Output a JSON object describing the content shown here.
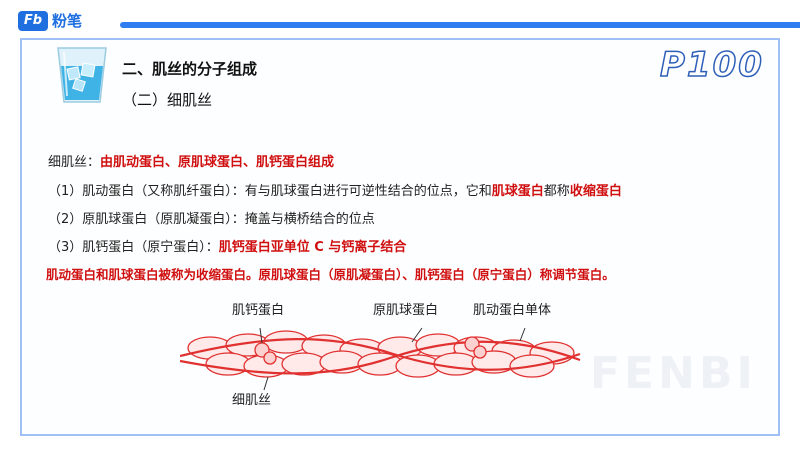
{
  "brand": {
    "mark": "Fb",
    "name": "粉笔"
  },
  "page_number": "P100",
  "heading": {
    "title": "二、肌丝的分子组成",
    "subtitle": "（二）细肌丝"
  },
  "lines": {
    "l1": {
      "prefix": "细肌丝：",
      "red": "由肌动蛋白、原肌球蛋白、肌钙蛋白组成"
    },
    "l2": {
      "text1": "（1）肌动蛋白（又称肌纤蛋白）：有与肌球蛋白进行可逆性结合的位点，它和",
      "red1": "肌球蛋白",
      "text2": "都称",
      "red2": "收缩蛋白"
    },
    "l3": {
      "text": "（2）原肌球蛋白（原肌凝蛋白）：掩盖与横桥结合的位点"
    },
    "l4": {
      "text": "（3）肌钙蛋白（原宁蛋白）：",
      "red": "肌钙蛋白亚单位 C 与钙离子结合"
    },
    "l5": {
      "red": "肌动蛋白和肌球蛋白被称为收缩蛋白。原肌球蛋白（原肌凝蛋白）、肌钙蛋白（原宁蛋白）称调节蛋白。"
    }
  },
  "diagram": {
    "label_troponin": "肌钙蛋白",
    "label_tropomyosin": "原肌球蛋白",
    "label_actin_monomer": "肌动蛋白单体",
    "label_thin_filament": "细肌丝"
  },
  "watermark": "FENBI",
  "colors": {
    "accent": "#2f7df0",
    "highlight": "#d01010",
    "diagram": "#e03030"
  }
}
